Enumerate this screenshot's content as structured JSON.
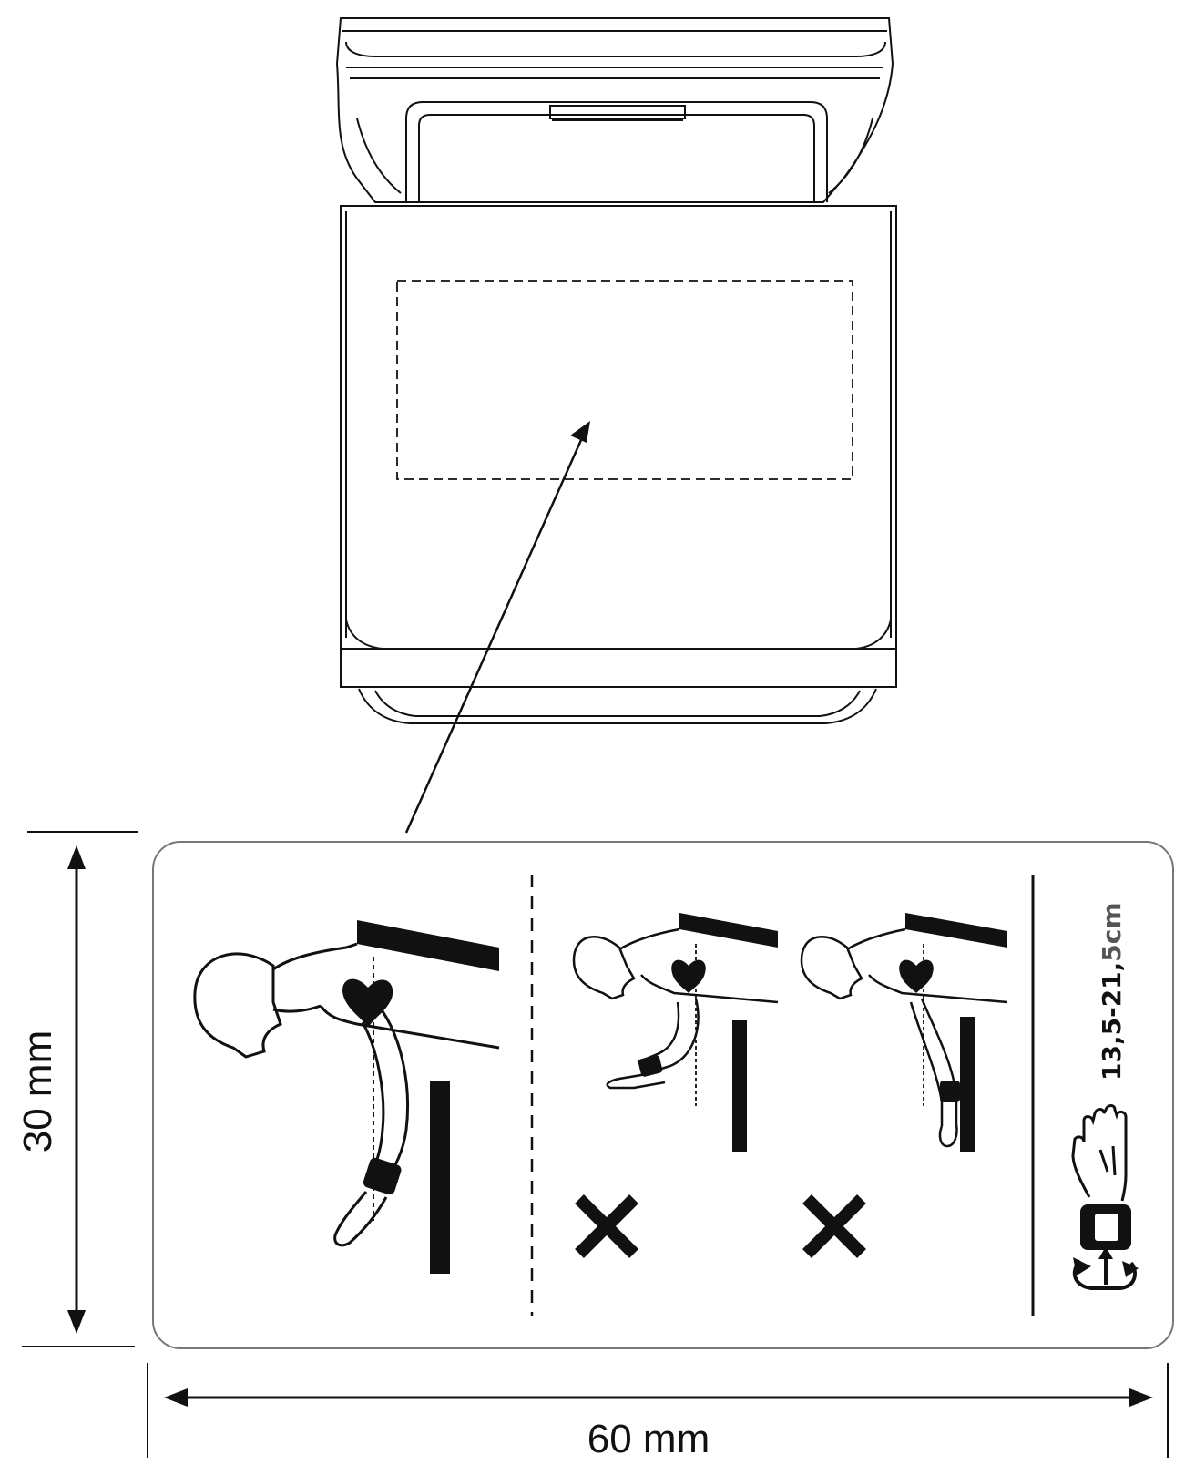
{
  "dimensions": {
    "height_label": "30 mm",
    "width_label": "60 mm"
  },
  "label": {
    "cuff_range_main": "13,5-21,",
    "cuff_range_accent": "5cm",
    "accent_color": "#555555"
  },
  "colors": {
    "line": "#111111",
    "label_border": "#777777"
  }
}
